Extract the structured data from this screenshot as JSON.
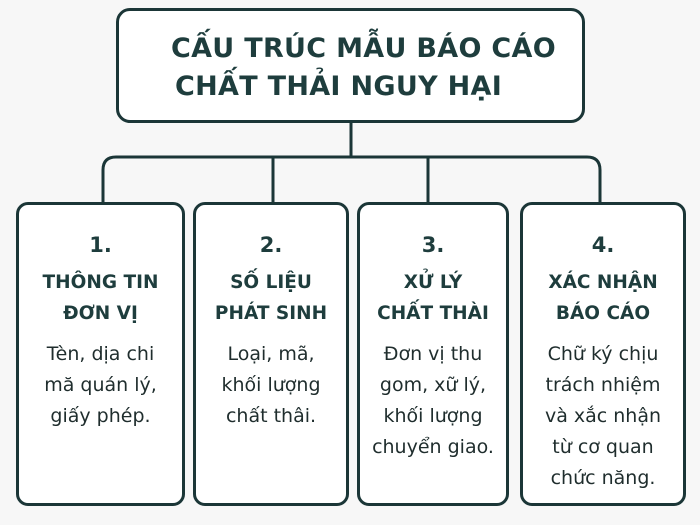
{
  "title": {
    "line1": "CẤU TRÚC MẪU BÁO CÁO",
    "line2": "CHẤT THẢI NGUY HẠI"
  },
  "colors": {
    "stroke": "#1b3637",
    "text": "#1e3d3d",
    "background": "#f7f7f7",
    "box_fill": "#ffffff"
  },
  "cards": [
    {
      "number": "1.",
      "title": "THÔNG TIN\nĐƠN VỊ",
      "description": "Tèn, dịa chi\nmă quán lý,\ngiấy phép."
    },
    {
      "number": "2.",
      "title": "SỐ LIỆU\nPHÁT SINH",
      "description": "Loại, mã,\nkhối lượng\nchất thâi."
    },
    {
      "number": "3.",
      "title": "XỬ LÝ\nCHẤT THÀI",
      "description": "Đơn vị thu\ngom, xữ lý,\nkhối lượng\nchuyển giao."
    },
    {
      "number": "4.",
      "title": "XÁC NHẬN\nBÁO CÁO",
      "description": "Chữ ký chịu\ntrách nhiệm\nvà xắc nhận\ntừ cơ quan\nchức năng."
    }
  ]
}
